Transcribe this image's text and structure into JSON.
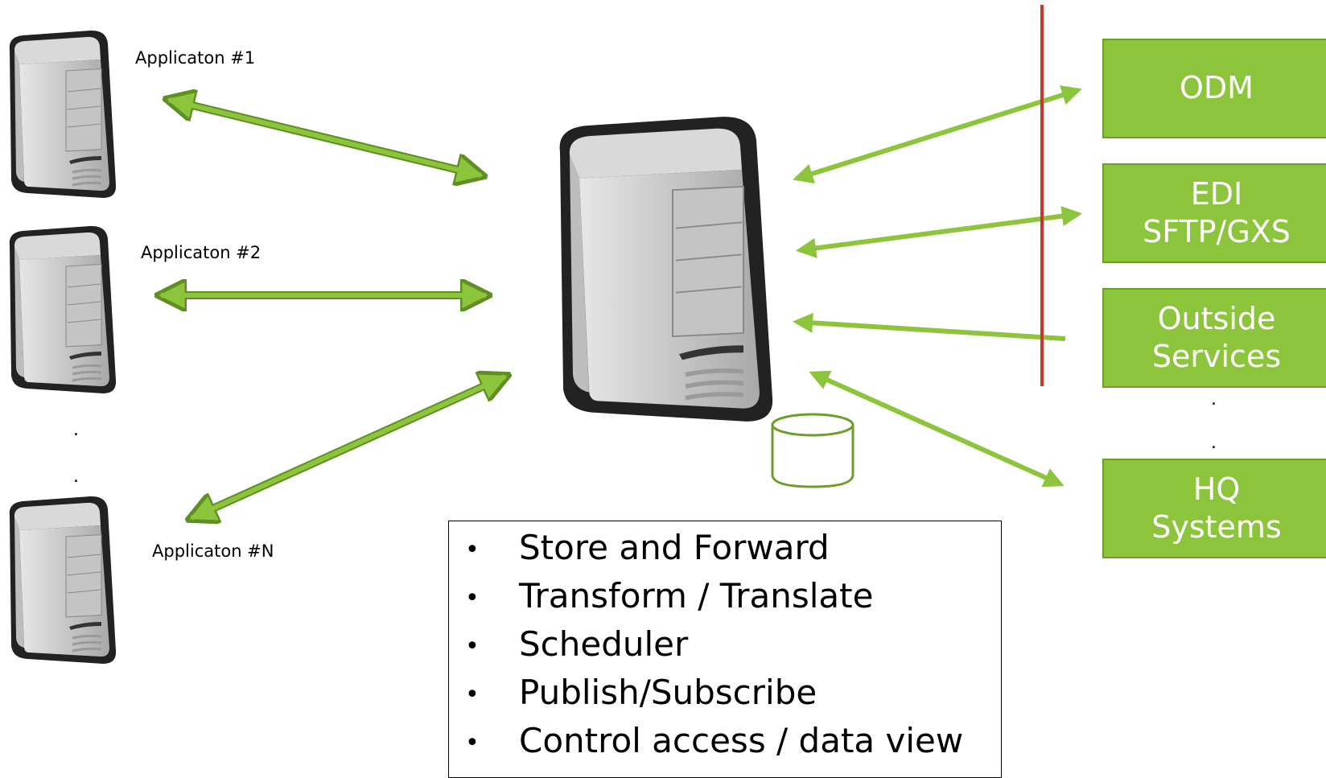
{
  "applications": [
    {
      "label": "Applicaton #1"
    },
    {
      "label": "Applicaton #2"
    },
    {
      "label": "Applicaton #N"
    }
  ],
  "ellipsis_left": [
    ".",
    "."
  ],
  "external_systems": [
    {
      "lines": [
        "ODM"
      ]
    },
    {
      "lines": [
        "EDI",
        "SFTP/GXS"
      ]
    },
    {
      "lines": [
        "Outside",
        "Services"
      ]
    },
    {
      "lines": [
        "HQ",
        "Systems"
      ]
    }
  ],
  "ellipsis_right": [
    ".",
    "."
  ],
  "features": [
    "Store and Forward",
    "Transform / Translate",
    "Scheduler",
    "Publish/Subscribe",
    "Control access / data view"
  ],
  "bullet": "•",
  "colors": {
    "green": "#8cc43c",
    "green_dark": "#6d9e2a",
    "firewall": "#c0392b"
  },
  "icons": [
    "server-icon",
    "database-icon"
  ]
}
